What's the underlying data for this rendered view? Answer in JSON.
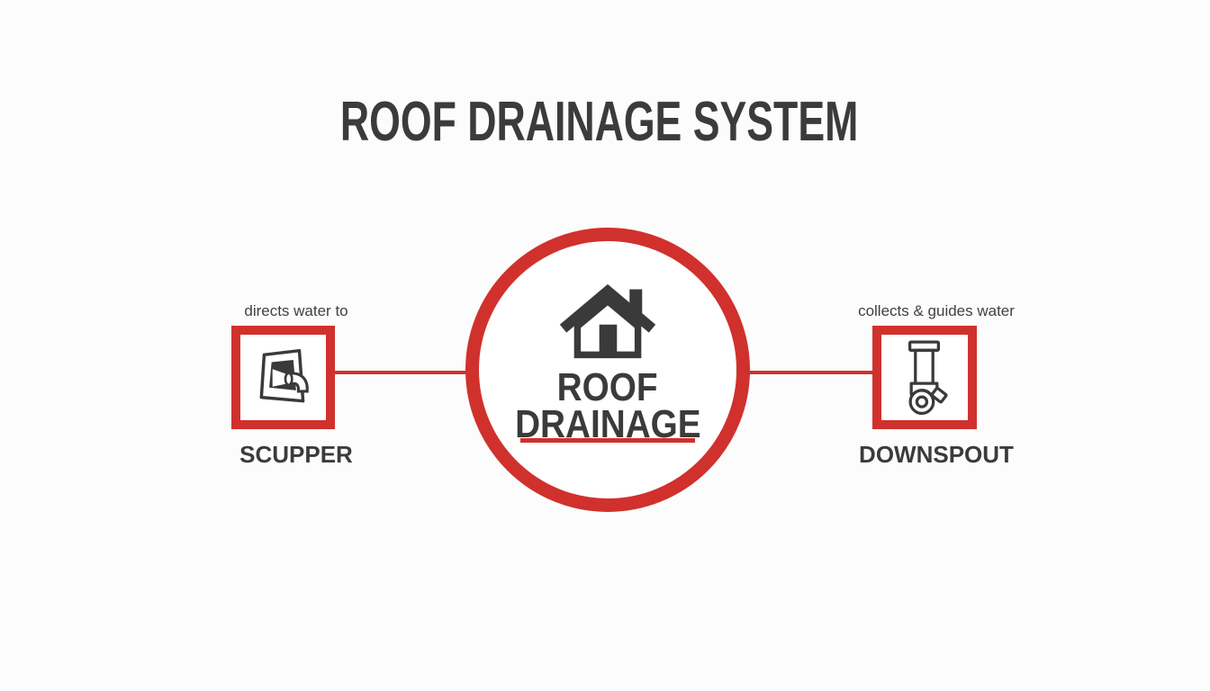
{
  "title": "ROOF DRAINAGE SYSTEM",
  "center_node": {
    "icon": "house-icon",
    "label_line1": "ROOF",
    "label_line2": "DRAINAGE"
  },
  "left_node": {
    "caption": "directs water to",
    "icon": "scupper-icon",
    "label": "SCUPPER"
  },
  "right_node": {
    "caption": "collects & guides water",
    "icon": "downspout-icon",
    "label": "DOWNSPOUT"
  },
  "colors": {
    "accent_red": "#d0312d",
    "icon_dark": "#3a3a3a",
    "text_dark": "#3b3b3b",
    "background": "#fcfcfc"
  }
}
